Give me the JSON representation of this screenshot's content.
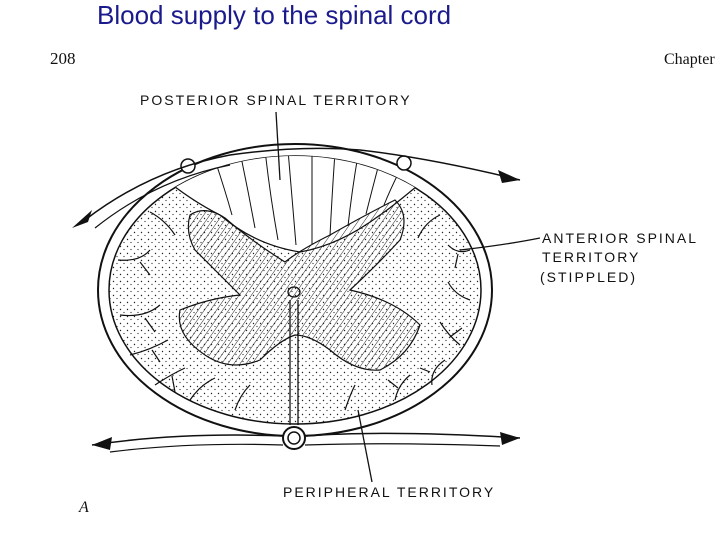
{
  "slide": {
    "title": "Blood supply to the spinal cord"
  },
  "figure": {
    "page_number": "208",
    "running_head": "Chapter",
    "figure_letter": "A",
    "labels": {
      "posterior": "POSTERIOR SPINAL TERRITORY",
      "anterior_line1": "ANTERIOR SPINAL",
      "anterior_line2": "TERRITORY",
      "anterior_line3": "(STIPPLED)",
      "peripheral": "PERIPHERAL TERRITORY"
    }
  },
  "colors": {
    "title": "#1a1a8c",
    "ink": "#111111"
  }
}
